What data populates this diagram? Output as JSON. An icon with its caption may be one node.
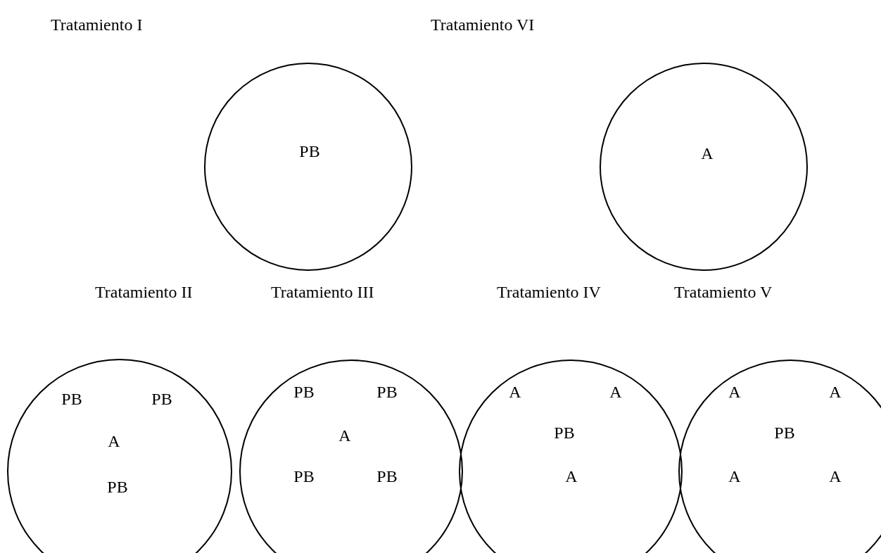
{
  "diagram": {
    "nodes": [
      {
        "text": [
          "PB"
        ]
      },
      {
        "text": [
          "A"
        ]
      },
      {
        "text": [
          "PB",
          "PB",
          "A",
          "PB"
        ]
      },
      {
        "text": [
          "PB",
          "PB",
          "A",
          "PB",
          "PB"
        ]
      },
      {
        "text": [
          "A",
          "A",
          "PB",
          "A"
        ]
      },
      {
        "text": [
          "A",
          "A",
          "PB",
          "A",
          "A"
        ]
      }
    ],
    "labels": [
      "Tratamiento I",
      "Tratamiento VI",
      "Tratamiento II",
      "Tratamiento III",
      "Tratamiento IV",
      "Tratamiento V"
    ]
  }
}
